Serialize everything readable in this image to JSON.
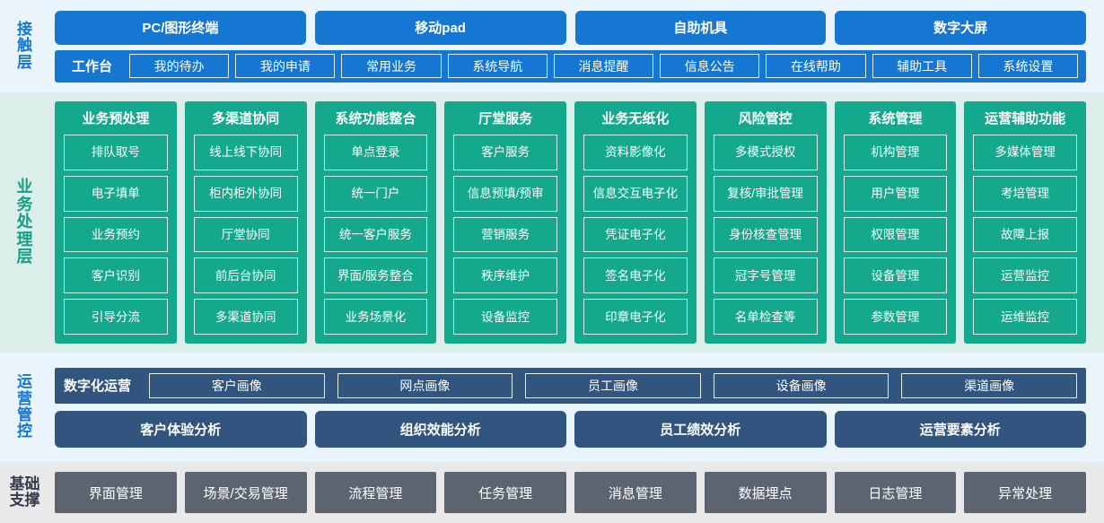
{
  "colors": {
    "channel_blue": "#1677d2",
    "channel_bg": "#eaf4fc",
    "business_teal": "#14a98c",
    "business_bg": "#dbeee9",
    "ops_navy": "#31557f",
    "base_gray": "#5c6472",
    "base_bg": "#e9e9e9"
  },
  "layers": {
    "channel": {
      "label_chars": [
        "接",
        "触",
        "层"
      ],
      "label": "接触层",
      "channels": [
        "PC/图形终端",
        "移动pad",
        "自助机具",
        "数字大屏"
      ],
      "workbench_title": "工作台",
      "workbench_items": [
        "我的待办",
        "我的申请",
        "常用业务",
        "系统导航",
        "消息提醒",
        "信息公告",
        "在线帮助",
        "辅助工具",
        "系统设置"
      ]
    },
    "business": {
      "label_chars": [
        "业",
        "务",
        "处",
        "理",
        "层"
      ],
      "label": "业务处理层",
      "columns": [
        {
          "title": "业务预处理",
          "items": [
            "排队取号",
            "电子填单",
            "业务预约",
            "客户识别",
            "引导分流"
          ]
        },
        {
          "title": "多渠道协同",
          "items": [
            "线上线下协同",
            "柜内柜外协同",
            "厅堂协同",
            "前后台协同",
            "多渠道协同"
          ]
        },
        {
          "title": "系统功能整合",
          "items": [
            "单点登录",
            "统一门户",
            "统一客户服务",
            "界面/服务整合",
            "业务场景化"
          ]
        },
        {
          "title": "厅堂服务",
          "items": [
            "客户服务",
            "信息预填/预审",
            "营销服务",
            "秩序维护",
            "设备监控"
          ]
        },
        {
          "title": "业务无纸化",
          "items": [
            "资料影像化",
            "信息交互电子化",
            "凭证电子化",
            "签名电子化",
            "印章电子化"
          ]
        },
        {
          "title": "风险管控",
          "items": [
            "多模式授权",
            "复核/审批管理",
            "身份核查管理",
            "冠字号管理",
            "名单检查等"
          ]
        },
        {
          "title": "系统管理",
          "items": [
            "机构管理",
            "用户管理",
            "权限管理",
            "设备管理",
            "参数管理"
          ]
        },
        {
          "title": "运营辅助功能",
          "items": [
            "多媒体管理",
            "考培管理",
            "故障上报",
            "运营监控",
            "运维监控"
          ]
        }
      ]
    },
    "operations": {
      "label_chars": [
        "运",
        "营",
        "管",
        "控"
      ],
      "label": "运营管控",
      "digital_title": "数字化运营",
      "portrait_items": [
        "客户画像",
        "网点画像",
        "员工画像",
        "设备画像",
        "渠道画像"
      ],
      "analysis_items": [
        "客户体验分析",
        "组织效能分析",
        "员工绩效分析",
        "运营要素分析"
      ]
    },
    "base": {
      "label_chars": [
        "基础",
        "支撑"
      ],
      "label": "基础支撑",
      "items": [
        "界面管理",
        "场景/交易管理",
        "流程管理",
        "任务管理",
        "消息管理",
        "数据埋点",
        "日志管理",
        "异常处理"
      ]
    }
  }
}
